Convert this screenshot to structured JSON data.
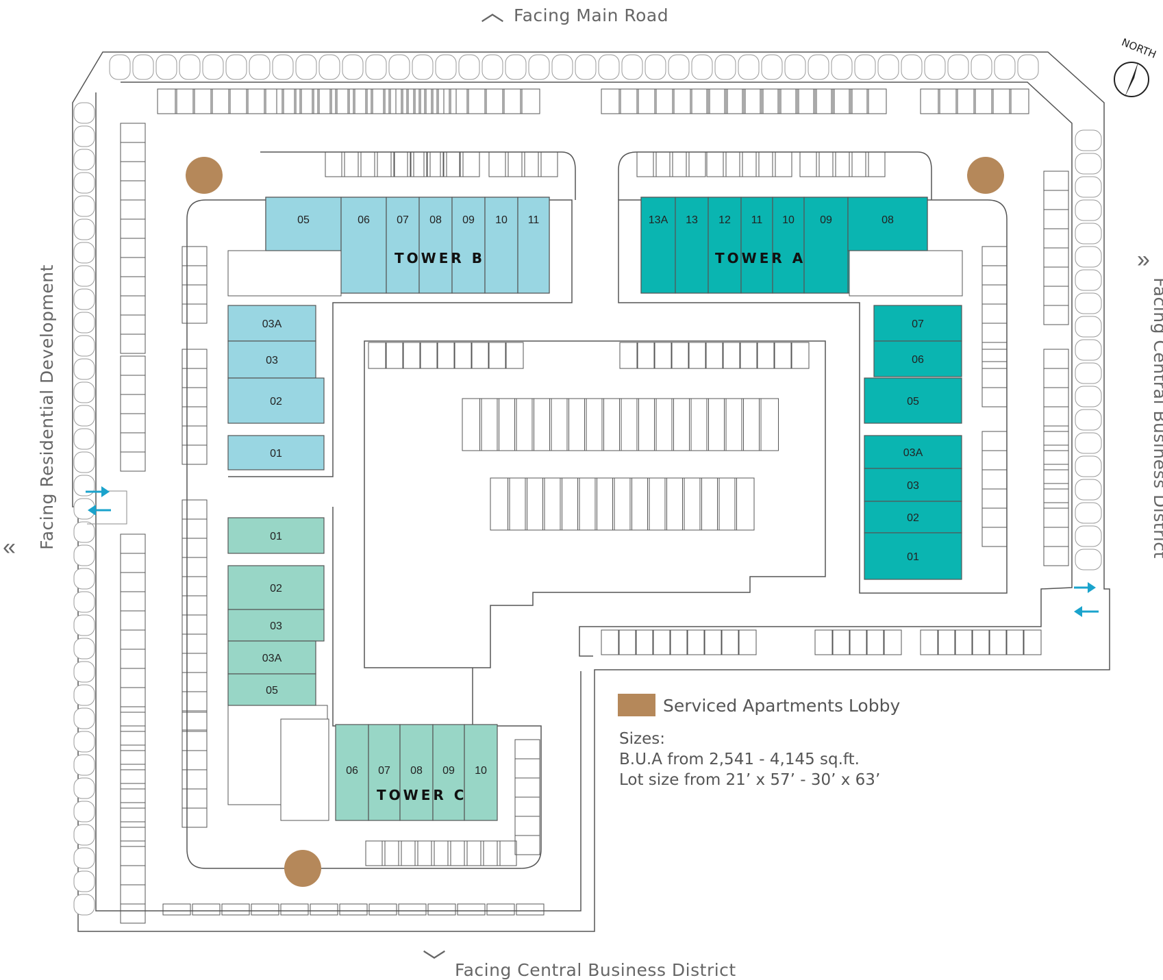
{
  "directions": {
    "top": "Facing Main Road",
    "bottom": "Facing Central Business District",
    "left": "Facing Residential Development",
    "right": "Facing Central Business District"
  },
  "north_label": "NORTH",
  "legend": {
    "lobby_label": "Serviced Apartments Lobby",
    "lobby_color": "#b5885a"
  },
  "sizes": {
    "heading": "Sizes:",
    "bua": "B.U.A from 2,541 - 4,145 sq.ft.",
    "lot": "Lot size from 21’ x 57’ - 30’ x 63’"
  },
  "colors": {
    "tower_a": "#0ab5b1",
    "tower_b": "#99d6e2",
    "tower_c": "#98d6c6",
    "outline": "#555555"
  },
  "towers": {
    "a": {
      "name": "TOWER A",
      "top_units": [
        "13A",
        "13",
        "12",
        "11",
        "10",
        "09",
        "08"
      ],
      "side_units": [
        "07",
        "06",
        "05",
        "03A",
        "03",
        "02",
        "01"
      ]
    },
    "b": {
      "name": "TOWER B",
      "top_units": [
        "05",
        "06",
        "07",
        "08",
        "09",
        "10",
        "11"
      ],
      "side_units": [
        "03A",
        "03",
        "02",
        "01"
      ]
    },
    "c": {
      "name": "TOWER C",
      "bottom_units": [
        "06",
        "07",
        "08",
        "09",
        "10"
      ],
      "side_units": [
        "01",
        "02",
        "03",
        "03A",
        "05"
      ]
    }
  }
}
